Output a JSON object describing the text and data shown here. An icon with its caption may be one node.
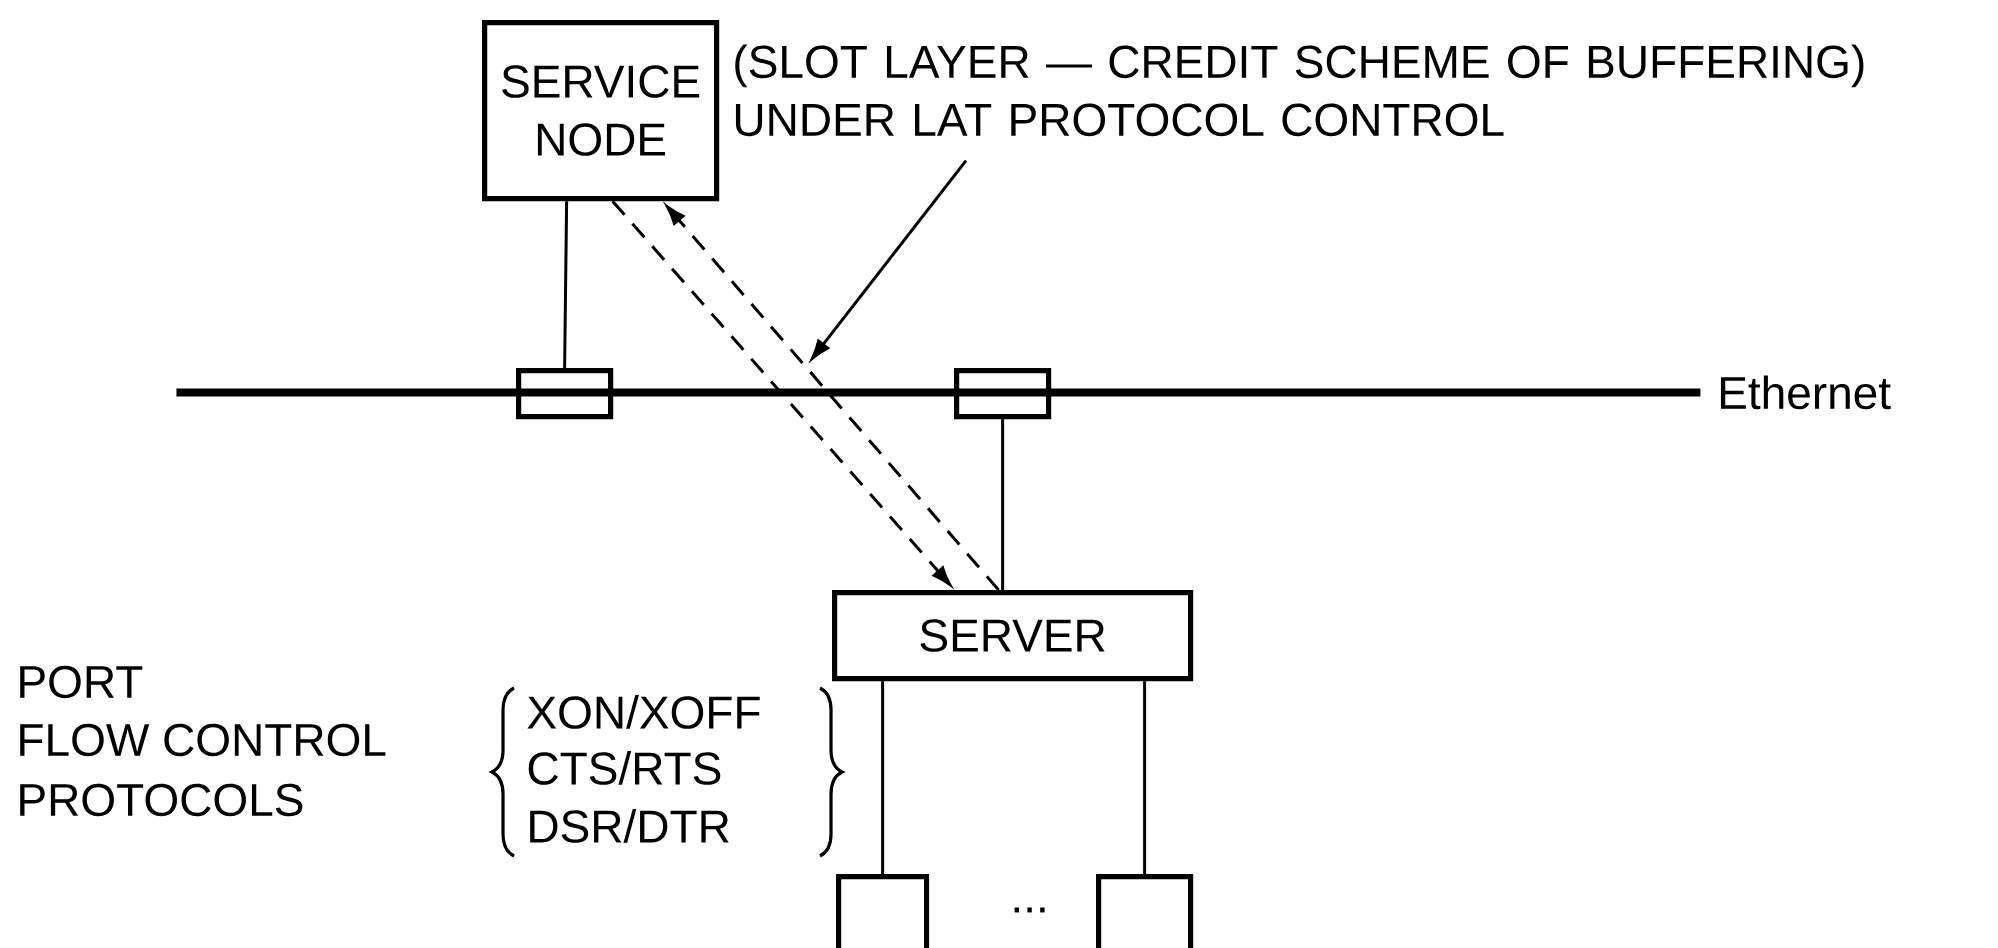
{
  "diagram": {
    "nodes": [
      {
        "text": [
          "SERVICE NODE"
        ]
      },
      {
        "text": [
          "(SLOT LAYER — CREDIT SCHEME OF BUFFERING) UNDER LAT PROTOCOL CONTROL"
        ]
      },
      {
        "text": [],
        "shape": "bar",
        "beside": [
          "Ethernet"
        ]
      },
      {
        "text": [],
        "shape": "box"
      },
      {
        "text": [],
        "shape": "box"
      },
      {
        "text": [
          "SERVER"
        ]
      },
      {
        "text": [],
        "shape": "box"
      },
      {
        "text": [],
        "shape": "box"
      }
    ],
    "edges": [
      {
        "from": 0,
        "to": 3,
        "arrow": "none"
      },
      {
        "from": 4,
        "to": 5,
        "arrow": "none"
      },
      {
        "from": 5,
        "to": 0,
        "arrow": "to",
        "style": "dashed"
      },
      {
        "from": 0,
        "to": 5,
        "arrow": "to",
        "style": "dashed"
      },
      {
        "from": 1,
        "to": null,
        "arrow": "to"
      },
      {
        "from": 5,
        "to": 6,
        "arrow": "none"
      },
      {
        "from": 5,
        "to": 7,
        "arrow": "none"
      }
    ],
    "labels": [
      "PORT",
      "FLOW CONTROL",
      "PROTOCOLS",
      "XON/XOFF",
      "CTS/RTS",
      "DSR/DTR",
      "..."
    ]
  }
}
